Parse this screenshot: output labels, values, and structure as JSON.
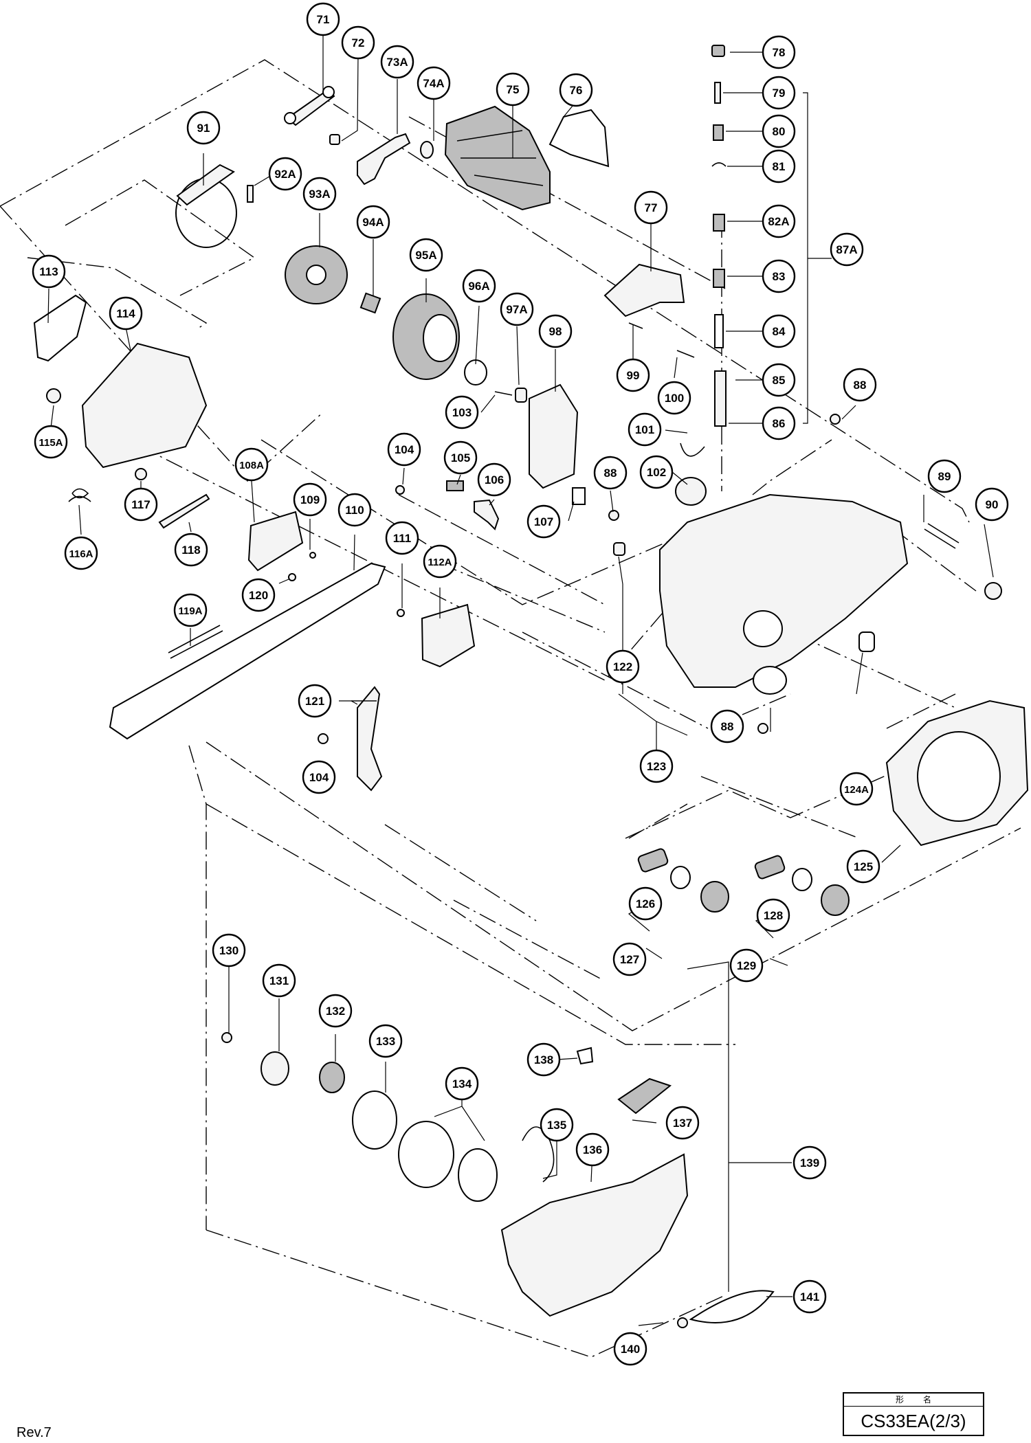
{
  "footer": {
    "revision": "Rev.7",
    "model_header": "形名",
    "model": "CS33EA(2/3)"
  },
  "callouts": [
    {
      "id": "c71",
      "label": "71"
    },
    {
      "id": "c72",
      "label": "72"
    },
    {
      "id": "c73A",
      "label": "73A"
    },
    {
      "id": "c74A",
      "label": "74A"
    },
    {
      "id": "c75",
      "label": "75"
    },
    {
      "id": "c76",
      "label": "76"
    },
    {
      "id": "c77",
      "label": "77"
    },
    {
      "id": "c78",
      "label": "78"
    },
    {
      "id": "c79",
      "label": "79"
    },
    {
      "id": "c80",
      "label": "80"
    },
    {
      "id": "c81",
      "label": "81"
    },
    {
      "id": "c82A",
      "label": "82A"
    },
    {
      "id": "c83",
      "label": "83"
    },
    {
      "id": "c84",
      "label": "84"
    },
    {
      "id": "c85",
      "label": "85"
    },
    {
      "id": "c86",
      "label": "86"
    },
    {
      "id": "c87A",
      "label": "87A"
    },
    {
      "id": "c88a",
      "label": "88"
    },
    {
      "id": "c88b",
      "label": "88"
    },
    {
      "id": "c88c",
      "label": "88"
    },
    {
      "id": "c89",
      "label": "89"
    },
    {
      "id": "c90",
      "label": "90"
    },
    {
      "id": "c91",
      "label": "91"
    },
    {
      "id": "c92A",
      "label": "92A"
    },
    {
      "id": "c93A",
      "label": "93A"
    },
    {
      "id": "c94A",
      "label": "94A"
    },
    {
      "id": "c95A",
      "label": "95A"
    },
    {
      "id": "c96A",
      "label": "96A"
    },
    {
      "id": "c97A",
      "label": "97A"
    },
    {
      "id": "c98",
      "label": "98"
    },
    {
      "id": "c99",
      "label": "99"
    },
    {
      "id": "c100",
      "label": "100"
    },
    {
      "id": "c101",
      "label": "101"
    },
    {
      "id": "c102",
      "label": "102"
    },
    {
      "id": "c103",
      "label": "103"
    },
    {
      "id": "c104a",
      "label": "104"
    },
    {
      "id": "c104b",
      "label": "104"
    },
    {
      "id": "c105",
      "label": "105"
    },
    {
      "id": "c106",
      "label": "106"
    },
    {
      "id": "c107",
      "label": "107"
    },
    {
      "id": "c108A",
      "label": "108A"
    },
    {
      "id": "c109",
      "label": "109"
    },
    {
      "id": "c110",
      "label": "110"
    },
    {
      "id": "c111",
      "label": "111"
    },
    {
      "id": "c112A",
      "label": "112A"
    },
    {
      "id": "c113",
      "label": "113"
    },
    {
      "id": "c114",
      "label": "114"
    },
    {
      "id": "c115A",
      "label": "115A"
    },
    {
      "id": "c116A",
      "label": "116A"
    },
    {
      "id": "c117",
      "label": "117"
    },
    {
      "id": "c118",
      "label": "118"
    },
    {
      "id": "c119A",
      "label": "119A"
    },
    {
      "id": "c120",
      "label": "120"
    },
    {
      "id": "c121",
      "label": "121"
    },
    {
      "id": "c122",
      "label": "122"
    },
    {
      "id": "c123",
      "label": "123"
    },
    {
      "id": "c124A",
      "label": "124A"
    },
    {
      "id": "c125",
      "label": "125"
    },
    {
      "id": "c126",
      "label": "126"
    },
    {
      "id": "c127",
      "label": "127"
    },
    {
      "id": "c128",
      "label": "128"
    },
    {
      "id": "c129",
      "label": "129"
    },
    {
      "id": "c130",
      "label": "130"
    },
    {
      "id": "c131",
      "label": "131"
    },
    {
      "id": "c132",
      "label": "132"
    },
    {
      "id": "c133",
      "label": "133"
    },
    {
      "id": "c134",
      "label": "134"
    },
    {
      "id": "c135",
      "label": "135"
    },
    {
      "id": "c136",
      "label": "136"
    },
    {
      "id": "c137",
      "label": "137"
    },
    {
      "id": "c138",
      "label": "138"
    },
    {
      "id": "c139",
      "label": "139"
    },
    {
      "id": "c140",
      "label": "140"
    },
    {
      "id": "c141",
      "label": "141"
    }
  ]
}
